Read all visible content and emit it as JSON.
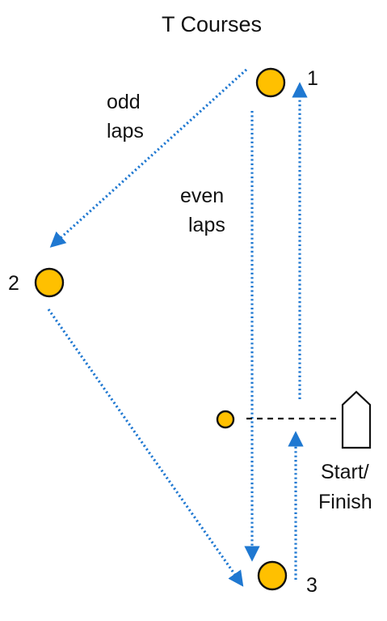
{
  "title": "T Courses",
  "labels": {
    "mark1": "1",
    "mark2": "2",
    "mark3": "3",
    "odd_laps_line1": "odd",
    "odd_laps_line2": "laps",
    "even_laps_line1": "even",
    "even_laps_line2": "laps",
    "start_finish_line1": "Start/",
    "start_finish_line2": "Finish"
  },
  "colors": {
    "mark_fill": "#FFC000",
    "mark_stroke": "#111111",
    "route": "#1F78D1",
    "line": "#111111"
  },
  "icons": {
    "boat": "committee-boat-icon",
    "pin": "pin-buoy-icon"
  }
}
